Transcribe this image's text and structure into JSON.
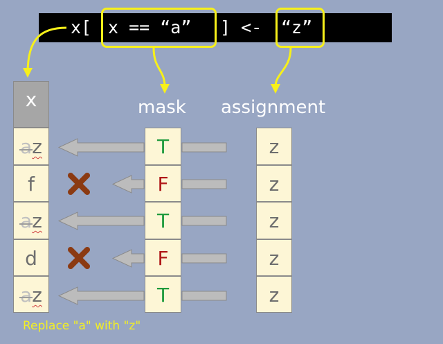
{
  "code": {
    "open": "x[",
    "condition": "x == “a”",
    "assign_op": "] <-",
    "value": "“z”"
  },
  "labels": {
    "x_header": "x",
    "mask": "mask",
    "assignment": "assignment"
  },
  "rows": [
    {
      "old": "a",
      "new": "z",
      "display": "",
      "mask": "T",
      "assign": "z"
    },
    {
      "old": "",
      "new": "",
      "display": "f",
      "mask": "F",
      "assign": "z"
    },
    {
      "old": "a",
      "new": "z",
      "display": "",
      "mask": "T",
      "assign": "z"
    },
    {
      "old": "",
      "new": "",
      "display": "d",
      "mask": "F",
      "assign": "z"
    },
    {
      "old": "a",
      "new": "z",
      "display": "",
      "mask": "T",
      "assign": "z"
    }
  ],
  "caption": "Replace \"a\" with \"z\"",
  "colors": {
    "background": "#98a6c3",
    "highlight": "#f7f01a",
    "true": "#1e9a3c",
    "false": "#b01818",
    "cross": "#8b3a12"
  }
}
